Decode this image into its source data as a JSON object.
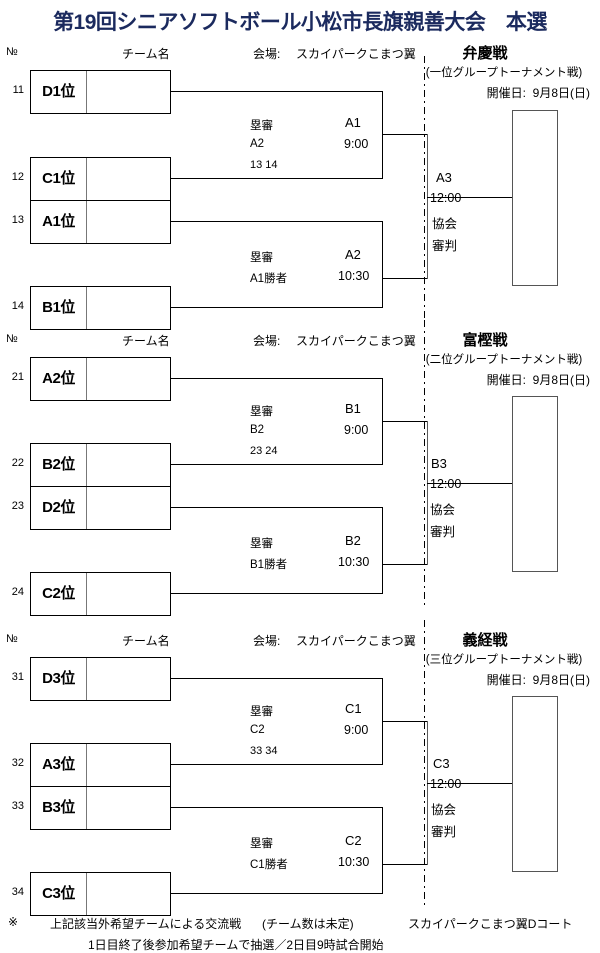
{
  "title": "第19回シニアソフトボール小松市長旗親善大会　本選",
  "column_headers": {
    "no": "№",
    "team_name": "チーム名",
    "venue_label": "会場:",
    "venue_value": "スカイパークこまつ翼"
  },
  "common": {
    "date_label": "開催日:",
    "date_value": "9月8日(日)",
    "umpire_label": "塁審",
    "assoc_line1": "協会",
    "assoc_line2": "審判",
    "final_time": "12:00",
    "semi_time_1": "9:00",
    "semi_time_2": "10:30",
    "empty_name": ""
  },
  "blocks": [
    {
      "id": "benkei",
      "title": "弁慶戦",
      "subtitle": "(一位グループトーナメント戦)",
      "date_label": "開催日:",
      "date_value": "9月8日(日)",
      "venue_label": "会場:",
      "venue_value": "スカイパークこまつ翼",
      "slots": [
        {
          "no": "11",
          "seed": "D1位",
          "name": ""
        },
        {
          "no": "12",
          "seed": "C1位",
          "name": ""
        },
        {
          "no": "13",
          "seed": "A1位",
          "name": ""
        },
        {
          "no": "14",
          "seed": "B1位",
          "name": ""
        }
      ],
      "match_upper": {
        "umpire_label": "塁審",
        "umpire_value": "A2",
        "code": "A1",
        "time": "9:00",
        "nums": "13 14"
      },
      "match_lower": {
        "umpire_label": "塁審",
        "umpire_value": "A1勝者",
        "code": "A2",
        "time": "10:30"
      },
      "final": {
        "code": "A3",
        "time": "12:00",
        "assoc1": "協会",
        "assoc2": "審判"
      }
    },
    {
      "id": "togashi",
      "title": "富樫戦",
      "subtitle": "(二位グループトーナメント戦)",
      "date_label": "開催日:",
      "date_value": "9月8日(日)",
      "venue_label": "会場:",
      "venue_value": "スカイパークこまつ翼",
      "slots": [
        {
          "no": "21",
          "seed": "A2位",
          "name": ""
        },
        {
          "no": "22",
          "seed": "B2位",
          "name": ""
        },
        {
          "no": "23",
          "seed": "D2位",
          "name": ""
        },
        {
          "no": "24",
          "seed": "C2位",
          "name": ""
        }
      ],
      "match_upper": {
        "umpire_label": "塁審",
        "umpire_value": "B2",
        "code": "B1",
        "time": "9:00",
        "nums": "23  24"
      },
      "match_lower": {
        "umpire_label": "塁審",
        "umpire_value": "B1勝者",
        "code": "B2",
        "time": "10:30"
      },
      "final": {
        "code": "B3",
        "time": "12:00",
        "assoc1": "協会",
        "assoc2": "審判"
      }
    },
    {
      "id": "yoshitsune",
      "title": "義経戦",
      "subtitle": "(三位グループトーナメント戦)",
      "date_label": "開催日:",
      "date_value": "9月8日(日)",
      "venue_label": "会場:",
      "venue_value": "スカイパークこまつ翼",
      "slots": [
        {
          "no": "31",
          "seed": "D3位",
          "name": ""
        },
        {
          "no": "32",
          "seed": "A3位",
          "name": ""
        },
        {
          "no": "33",
          "seed": "B3位",
          "name": ""
        },
        {
          "no": "34",
          "seed": "C3位",
          "name": ""
        }
      ],
      "match_upper": {
        "umpire_label": "塁審",
        "umpire_value": "C2",
        "code": "C1",
        "time": "9:00",
        "nums": "33  34"
      },
      "match_lower": {
        "umpire_label": "塁審",
        "umpire_value": "C1勝者",
        "code": "C2",
        "time": "10:30"
      },
      "final": {
        "code": "C3",
        "time": "12:00",
        "assoc1": "協会",
        "assoc2": "審判"
      }
    }
  ],
  "footer": {
    "mark": "※",
    "line1_a": "上記該当外希望チームによる交流戦",
    "line1_b": "(チーム数は未定)",
    "line1_c": "スカイパークこまつ翼Dコート",
    "line2": "1日目終了後参加希望チームで抽選／2日目9時試合開始"
  },
  "colors": {
    "title": "#1b2a5e",
    "line": "#000000",
    "box_border": "#000000",
    "soft_border": "#5a5a5a"
  }
}
